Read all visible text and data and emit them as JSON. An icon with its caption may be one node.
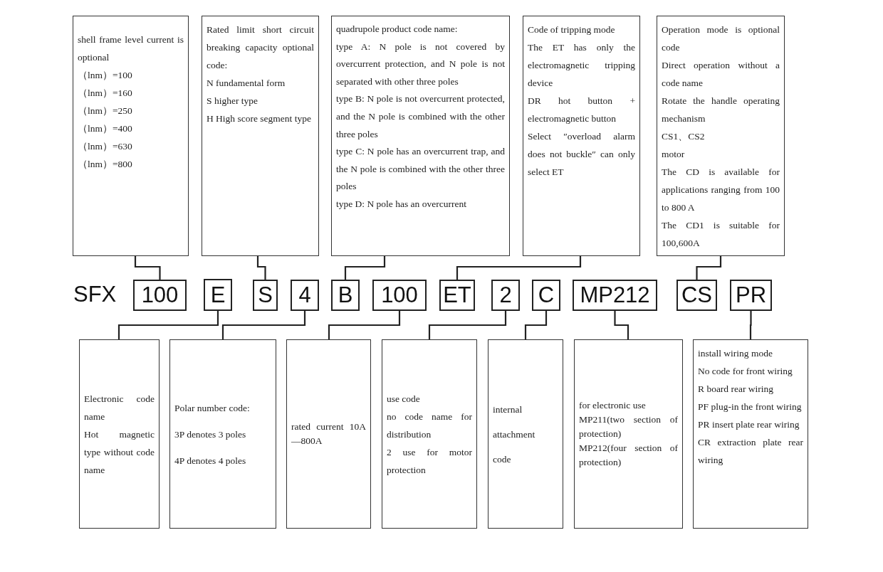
{
  "diagram": {
    "nodes": [
      {
        "text": [
          "shell frame level current is optional",
          "（lnm）=100",
          "（lnm）=160",
          "（lnm）=250",
          "（lnm）=400",
          "（lnm）=630",
          "（lnm）=800"
        ]
      },
      {
        "text": [
          "Rated limit short circuit breaking capacity optional code:",
          "N fundamental form",
          "S higher type",
          "H High score segment type"
        ]
      },
      {
        "text": [
          "quadrupole product code name:",
          "type A: N pole is not covered by overcurrent protection, and N pole is not separated with other three poles",
          "type B: N pole is not overcurrent protected, and the N pole is combined with the other three poles",
          "type C: N pole has an overcurrent trap, and the N pole is combined with the other three poles",
          "type D: N pole has an overcurrent"
        ]
      },
      {
        "text": [
          "Code of tripping mode",
          "The ET has only the electromagnetic tripping device",
          "DR hot button + electromagnetic button",
          "Select ″overload alarm does not buckle″ can only select ET"
        ]
      },
      {
        "text": [
          "Operation mode is optional code",
          "Direct operation without a code name",
          "Rotate the handle operating mechanism",
          "CS1、CS2",
          "motor",
          "The CD is available for applications ranging from 100 to 800 A",
          "The CD1 is suitable for 100,600A"
        ]
      },
      {
        "text": [
          "100"
        ]
      },
      {
        "text": [
          "E"
        ]
      },
      {
        "text": [
          "S"
        ]
      },
      {
        "text": [
          "4"
        ]
      },
      {
        "text": [
          "B"
        ]
      },
      {
        "text": [
          "100"
        ]
      },
      {
        "text": [
          "ET"
        ]
      },
      {
        "text": [
          "2"
        ]
      },
      {
        "text": [
          "C"
        ]
      },
      {
        "text": [
          "MP212"
        ]
      },
      {
        "text": [
          "CS"
        ]
      },
      {
        "text": [
          "PR"
        ]
      },
      {
        "text": [
          "Electronic code name",
          "Hot magnetic type without code name"
        ]
      },
      {
        "text": [
          "Polar number code:",
          "3P denotes 3 poles",
          "4P denotes 4 poles"
        ]
      },
      {
        "text": [
          "rated current 10A—800A"
        ]
      },
      {
        "text": [
          "use code",
          "no code name for distribution",
          "2 use for motor protection"
        ]
      },
      {
        "text": [
          "internal",
          "attachment",
          "code"
        ]
      },
      {
        "text": [
          "for electronic use",
          "MP211(two section of protection)",
          "MP212(four section of protection)"
        ]
      },
      {
        "text": [
          "install wiring mode",
          "No code for front wiring",
          "R board rear wiring",
          "PF plug-in the front wiring",
          "PR insert plate rear wiring",
          "CR extraction plate rear wiring"
        ]
      }
    ],
    "edges": [
      {
        "from": 5,
        "to": 0,
        "arrow": "none"
      },
      {
        "from": 7,
        "to": 1,
        "arrow": "none"
      },
      {
        "from": 9,
        "to": 2,
        "arrow": "none"
      },
      {
        "from": 11,
        "to": 3,
        "arrow": "none"
      },
      {
        "from": 15,
        "to": 4,
        "arrow": "none"
      },
      {
        "from": 6,
        "to": 17,
        "arrow": "none"
      },
      {
        "from": 8,
        "to": 18,
        "arrow": "none"
      },
      {
        "from": 10,
        "to": 19,
        "arrow": "none"
      },
      {
        "from": 12,
        "to": 20,
        "arrow": "none"
      },
      {
        "from": 13,
        "to": 21,
        "arrow": "none"
      },
      {
        "from": 14,
        "to": 22,
        "arrow": "none"
      },
      {
        "from": 16,
        "to": 23,
        "arrow": "none"
      }
    ],
    "labels": [
      "SFX"
    ]
  }
}
